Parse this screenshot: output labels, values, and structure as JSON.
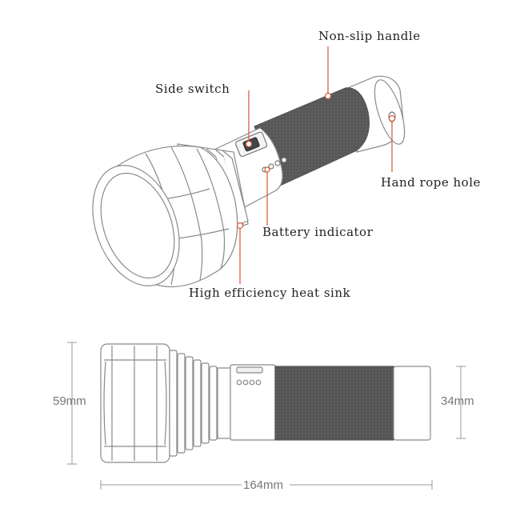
{
  "callouts": {
    "non_slip_handle": "Non-slip handle",
    "side_switch": "Side switch",
    "hand_rope_hole": "Hand rope hole",
    "battery_indicator": "Battery indicator",
    "heat_sink": "High efficiency heat sink"
  },
  "dimensions": {
    "head_diameter": "59mm",
    "tail_diameter": "34mm",
    "length": "164mm"
  },
  "colors": {
    "callout_line": "#d9603f",
    "outline": "#8a8a8a",
    "grip": "#5a5a5a",
    "dimension_line": "#999999"
  }
}
